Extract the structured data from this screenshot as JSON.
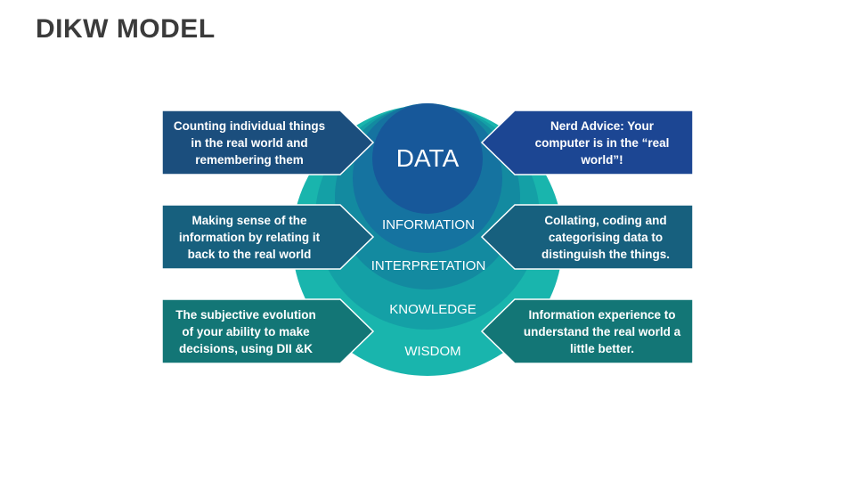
{
  "title": "DIKW MODEL",
  "rings": {
    "data": "DATA",
    "information": "INFORMATION",
    "interpretation": "INTERPRETATION",
    "knowledge": "KNOWLEDGE",
    "wisdom": "WISDOM"
  },
  "left": {
    "top": [
      "Counting individual things",
      "in the real world and",
      "remembering them"
    ],
    "middle": [
      "Making sense of the",
      "information by relating it",
      "back to the real world"
    ],
    "bottom": [
      "The subjective evolution",
      "of your ability to make",
      "decisions, using DII &K"
    ]
  },
  "right": {
    "top": [
      "Nerd Advice: Your",
      "computer is in the “real",
      "world”!"
    ],
    "middle": [
      "Collating, coding and",
      "categorising data to",
      "distinguish the things."
    ],
    "bottom": [
      "Information experience to",
      "understand the real world a",
      "little better."
    ]
  },
  "colors": {
    "ring_wisdom": "#19b5ad",
    "ring_knowledge": "#14a0a6",
    "ring_interpretation": "#138aa0",
    "ring_information": "#1573a0",
    "ring_data": "#17589a",
    "arrow_left_top": "#1b4e7d",
    "arrow_left_middle": "#17607e",
    "arrow_left_bottom": "#137676",
    "arrow_right_top": "#1c4693",
    "arrow_right_middle": "#17607e",
    "arrow_right_bottom": "#137676",
    "title": "#3b3b3b"
  }
}
